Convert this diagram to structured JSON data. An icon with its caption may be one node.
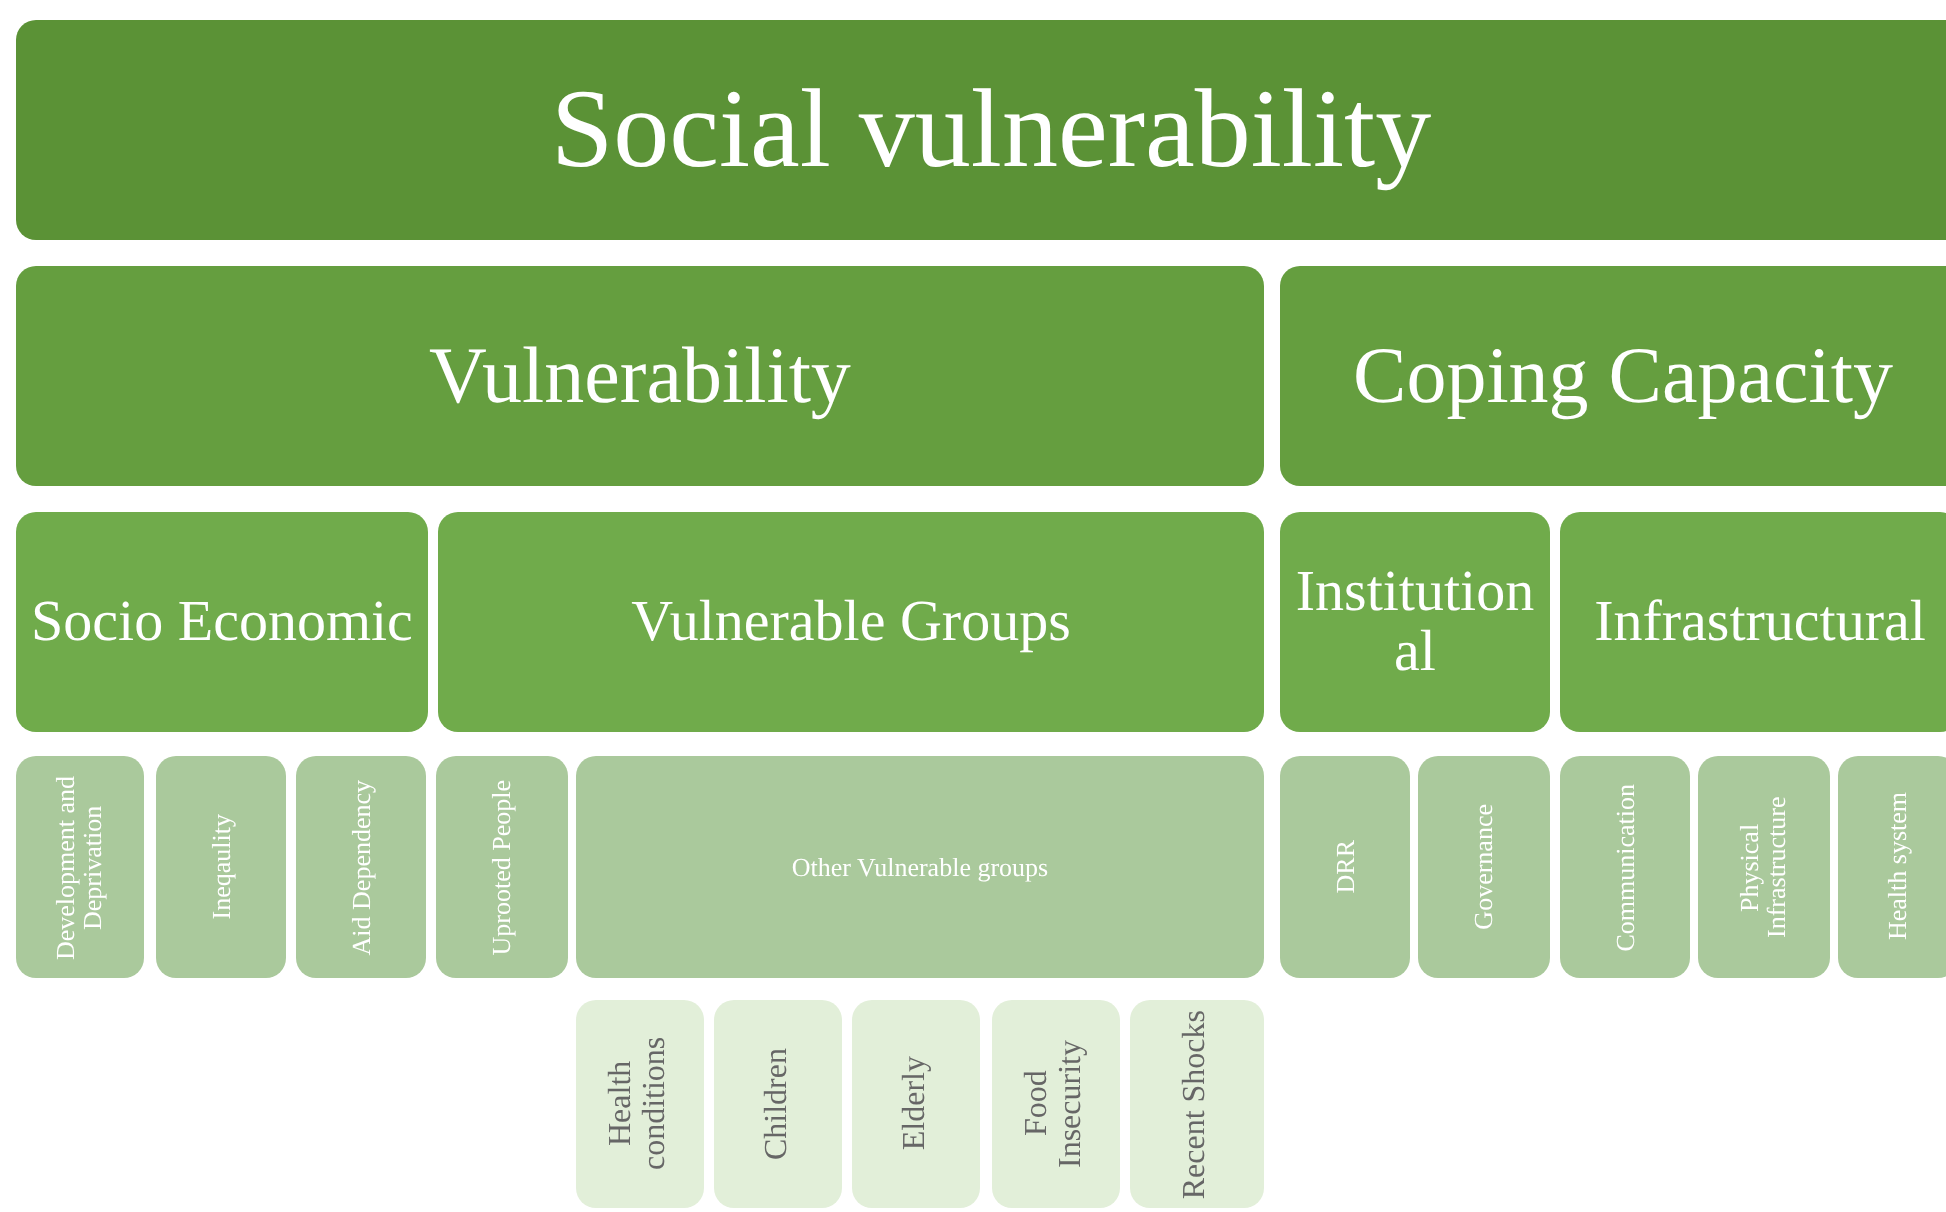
{
  "diagram": {
    "nodes": [
      {
        "text": [
          "Social vulnerability"
        ]
      },
      {
        "text": [
          "Vulnerability"
        ]
      },
      {
        "text": [
          "Coping Capacity"
        ]
      },
      {
        "text": [
          "Socio Economic"
        ]
      },
      {
        "text": [
          "Vulnerable Groups"
        ]
      },
      {
        "text": [
          "Institutional"
        ]
      },
      {
        "text": [
          "Infrastructural"
        ]
      },
      {
        "text": [
          "Development and Deprivation"
        ]
      },
      {
        "text": [
          "Ineqaulity"
        ]
      },
      {
        "text": [
          "Aid Dependency"
        ]
      },
      {
        "text": [
          "Uprooted People"
        ]
      },
      {
        "text": [
          "Other Vulnerable groups"
        ]
      },
      {
        "text": [
          "DRR"
        ]
      },
      {
        "text": [
          "Governance"
        ]
      },
      {
        "text": [
          "Communication"
        ]
      },
      {
        "text": [
          "Physical Infrastructure"
        ]
      },
      {
        "text": [
          "Health system"
        ]
      },
      {
        "text": [
          "Health conditions"
        ]
      },
      {
        "text": [
          "Children"
        ]
      },
      {
        "text": [
          "Elderly"
        ]
      },
      {
        "text": [
          "Food Insecurity"
        ]
      },
      {
        "text": [
          "Recent Shocks"
        ]
      }
    ]
  }
}
